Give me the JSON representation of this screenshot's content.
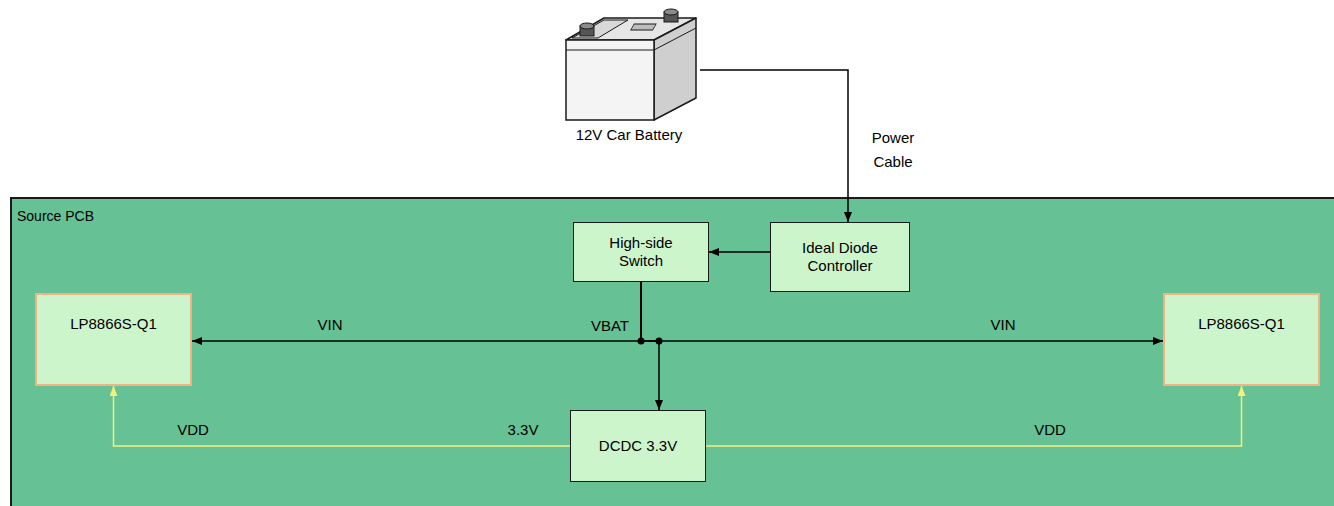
{
  "diagram": {
    "nodes": [
      {
        "text": [
          "12V Car Battery"
        ]
      },
      {
        "text": [
          "Source PCB"
        ]
      },
      {
        "text": [
          "High-side Switch"
        ],
        "in": 1
      },
      {
        "text": [
          "Ideal Diode Controller"
        ],
        "in": 1
      },
      {
        "text": [
          "LP8866S-Q1"
        ],
        "in": 1
      },
      {
        "text": [
          "LP8866S-Q1"
        ],
        "in": 1
      },
      {
        "text": [
          "DCDC 3.3V"
        ],
        "in": 1
      }
    ],
    "edges": [
      {
        "from": 0,
        "to": 3,
        "arrow": "to",
        "label": "Power Cable"
      },
      {
        "from": 3,
        "to": 2,
        "arrow": "to"
      },
      {
        "from": 2,
        "to": 4,
        "arrow": "to",
        "label": "VIN"
      },
      {
        "from": 2,
        "to": 5,
        "arrow": "to",
        "label": "VIN"
      },
      {
        "from": 2,
        "to": 6,
        "arrow": "to"
      },
      {
        "from": 6,
        "to": 4,
        "arrow": "to",
        "label": "VDD"
      },
      {
        "from": 6,
        "to": 5,
        "arrow": "to",
        "label": "VDD"
      }
    ],
    "labels": [
      "VBAT",
      "3.3V"
    ]
  }
}
